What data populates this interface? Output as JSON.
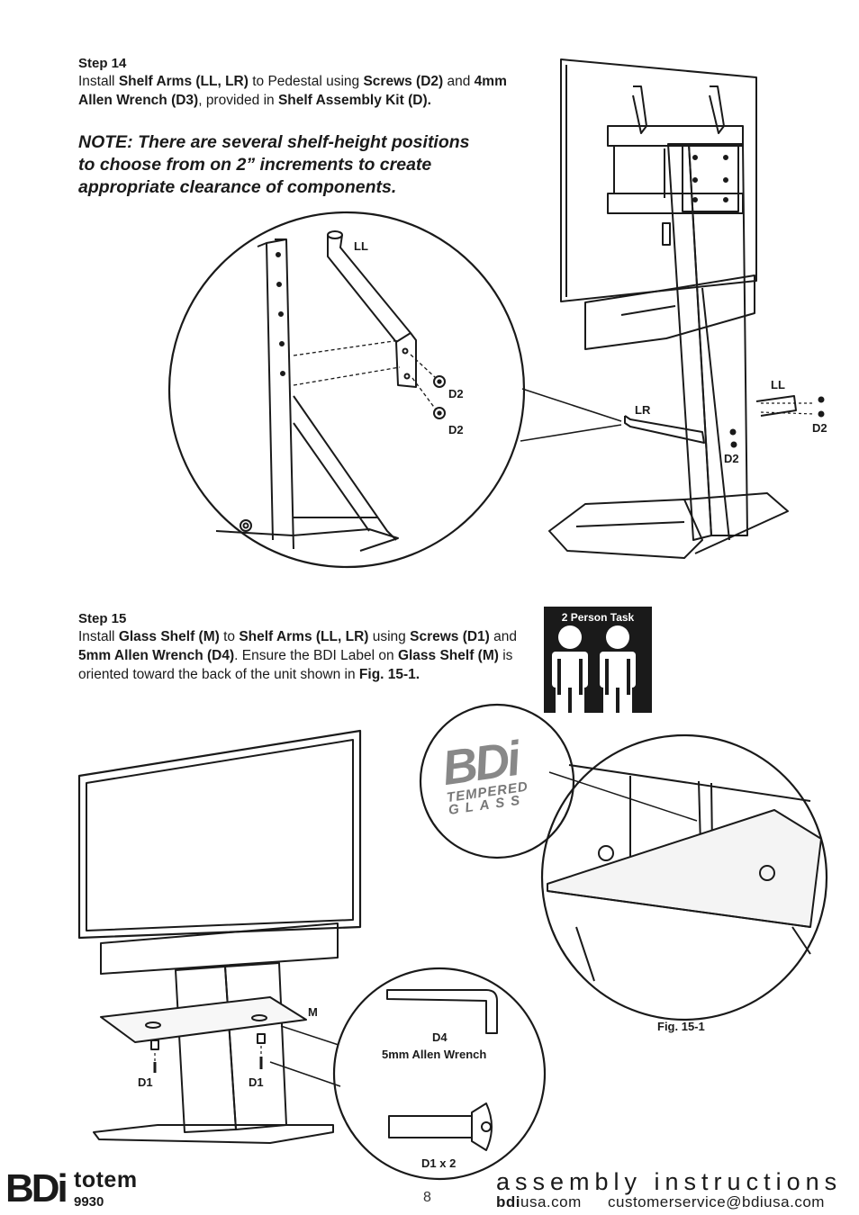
{
  "step14": {
    "title": "Step 14",
    "body": [
      {
        "t": "Install ",
        "b": false
      },
      {
        "t": "Shelf Arms (LL, LR)",
        "b": true
      },
      {
        "t": " to Pedestal using ",
        "b": false
      },
      {
        "t": "Screws (D2)",
        "b": true
      },
      {
        "t": " and ",
        "b": false
      },
      {
        "t": "4mm Allen Wrench (D3)",
        "b": true
      },
      {
        "t": ", provided in ",
        "b": false
      },
      {
        "t": "Shelf Assembly Kit (D).",
        "b": true
      }
    ],
    "note_lines": [
      "NOTE: There are several shelf-height positions",
      "to choose from on 2” increments to create",
      "appropriate clearance of components."
    ],
    "labels": {
      "ll": "LL",
      "d2_a": "D2",
      "d2_b": "D2",
      "lr": "LR",
      "ll_right": "LL",
      "d2_right": "D2",
      "d2_bottom": "D2"
    }
  },
  "step15": {
    "title": "Step 15",
    "body": [
      {
        "t": "Install ",
        "b": false
      },
      {
        "t": "Glass Shelf (M)",
        "b": true
      },
      {
        "t": " to ",
        "b": false
      },
      {
        "t": "Shelf Arms (LL, LR)",
        "b": true
      },
      {
        "t": " using ",
        "b": false
      },
      {
        "t": "Screws (D1)",
        "b": true
      },
      {
        "t": " and ",
        "b": false
      },
      {
        "t": "5mm Allen Wrench (D4)",
        "b": true
      },
      {
        "t": ". Ensure the BDI Label on ",
        "b": false
      },
      {
        "t": "Glass Shelf (M)",
        "b": true
      },
      {
        "t": " is oriented toward the back of the unit shown in ",
        "b": false
      },
      {
        "t": "Fig. 15-1.",
        "b": true
      }
    ],
    "two_person": "2 Person Task",
    "labels": {
      "m": "M",
      "d1_a": "D1",
      "d1_b": "D1",
      "d4": "D4",
      "wrench": "5mm Allen Wrench",
      "d1x2": "D1 x 2",
      "fig": "Fig. 15-1"
    },
    "glass_logo": {
      "brand": "BDi",
      "line1": "TEMPERED",
      "line2": "GLASS"
    }
  },
  "footer": {
    "logo": "BDi",
    "product": "totem",
    "model": "9930",
    "page": "8",
    "assembly": "assembly instructions",
    "site_bold": "bdi",
    "site_rest": "usa.com",
    "email": "customerservice@bdiusa.com"
  },
  "colors": {
    "ink": "#1a1a1a",
    "grey": "#555555",
    "fill": "#f2f2f2"
  }
}
